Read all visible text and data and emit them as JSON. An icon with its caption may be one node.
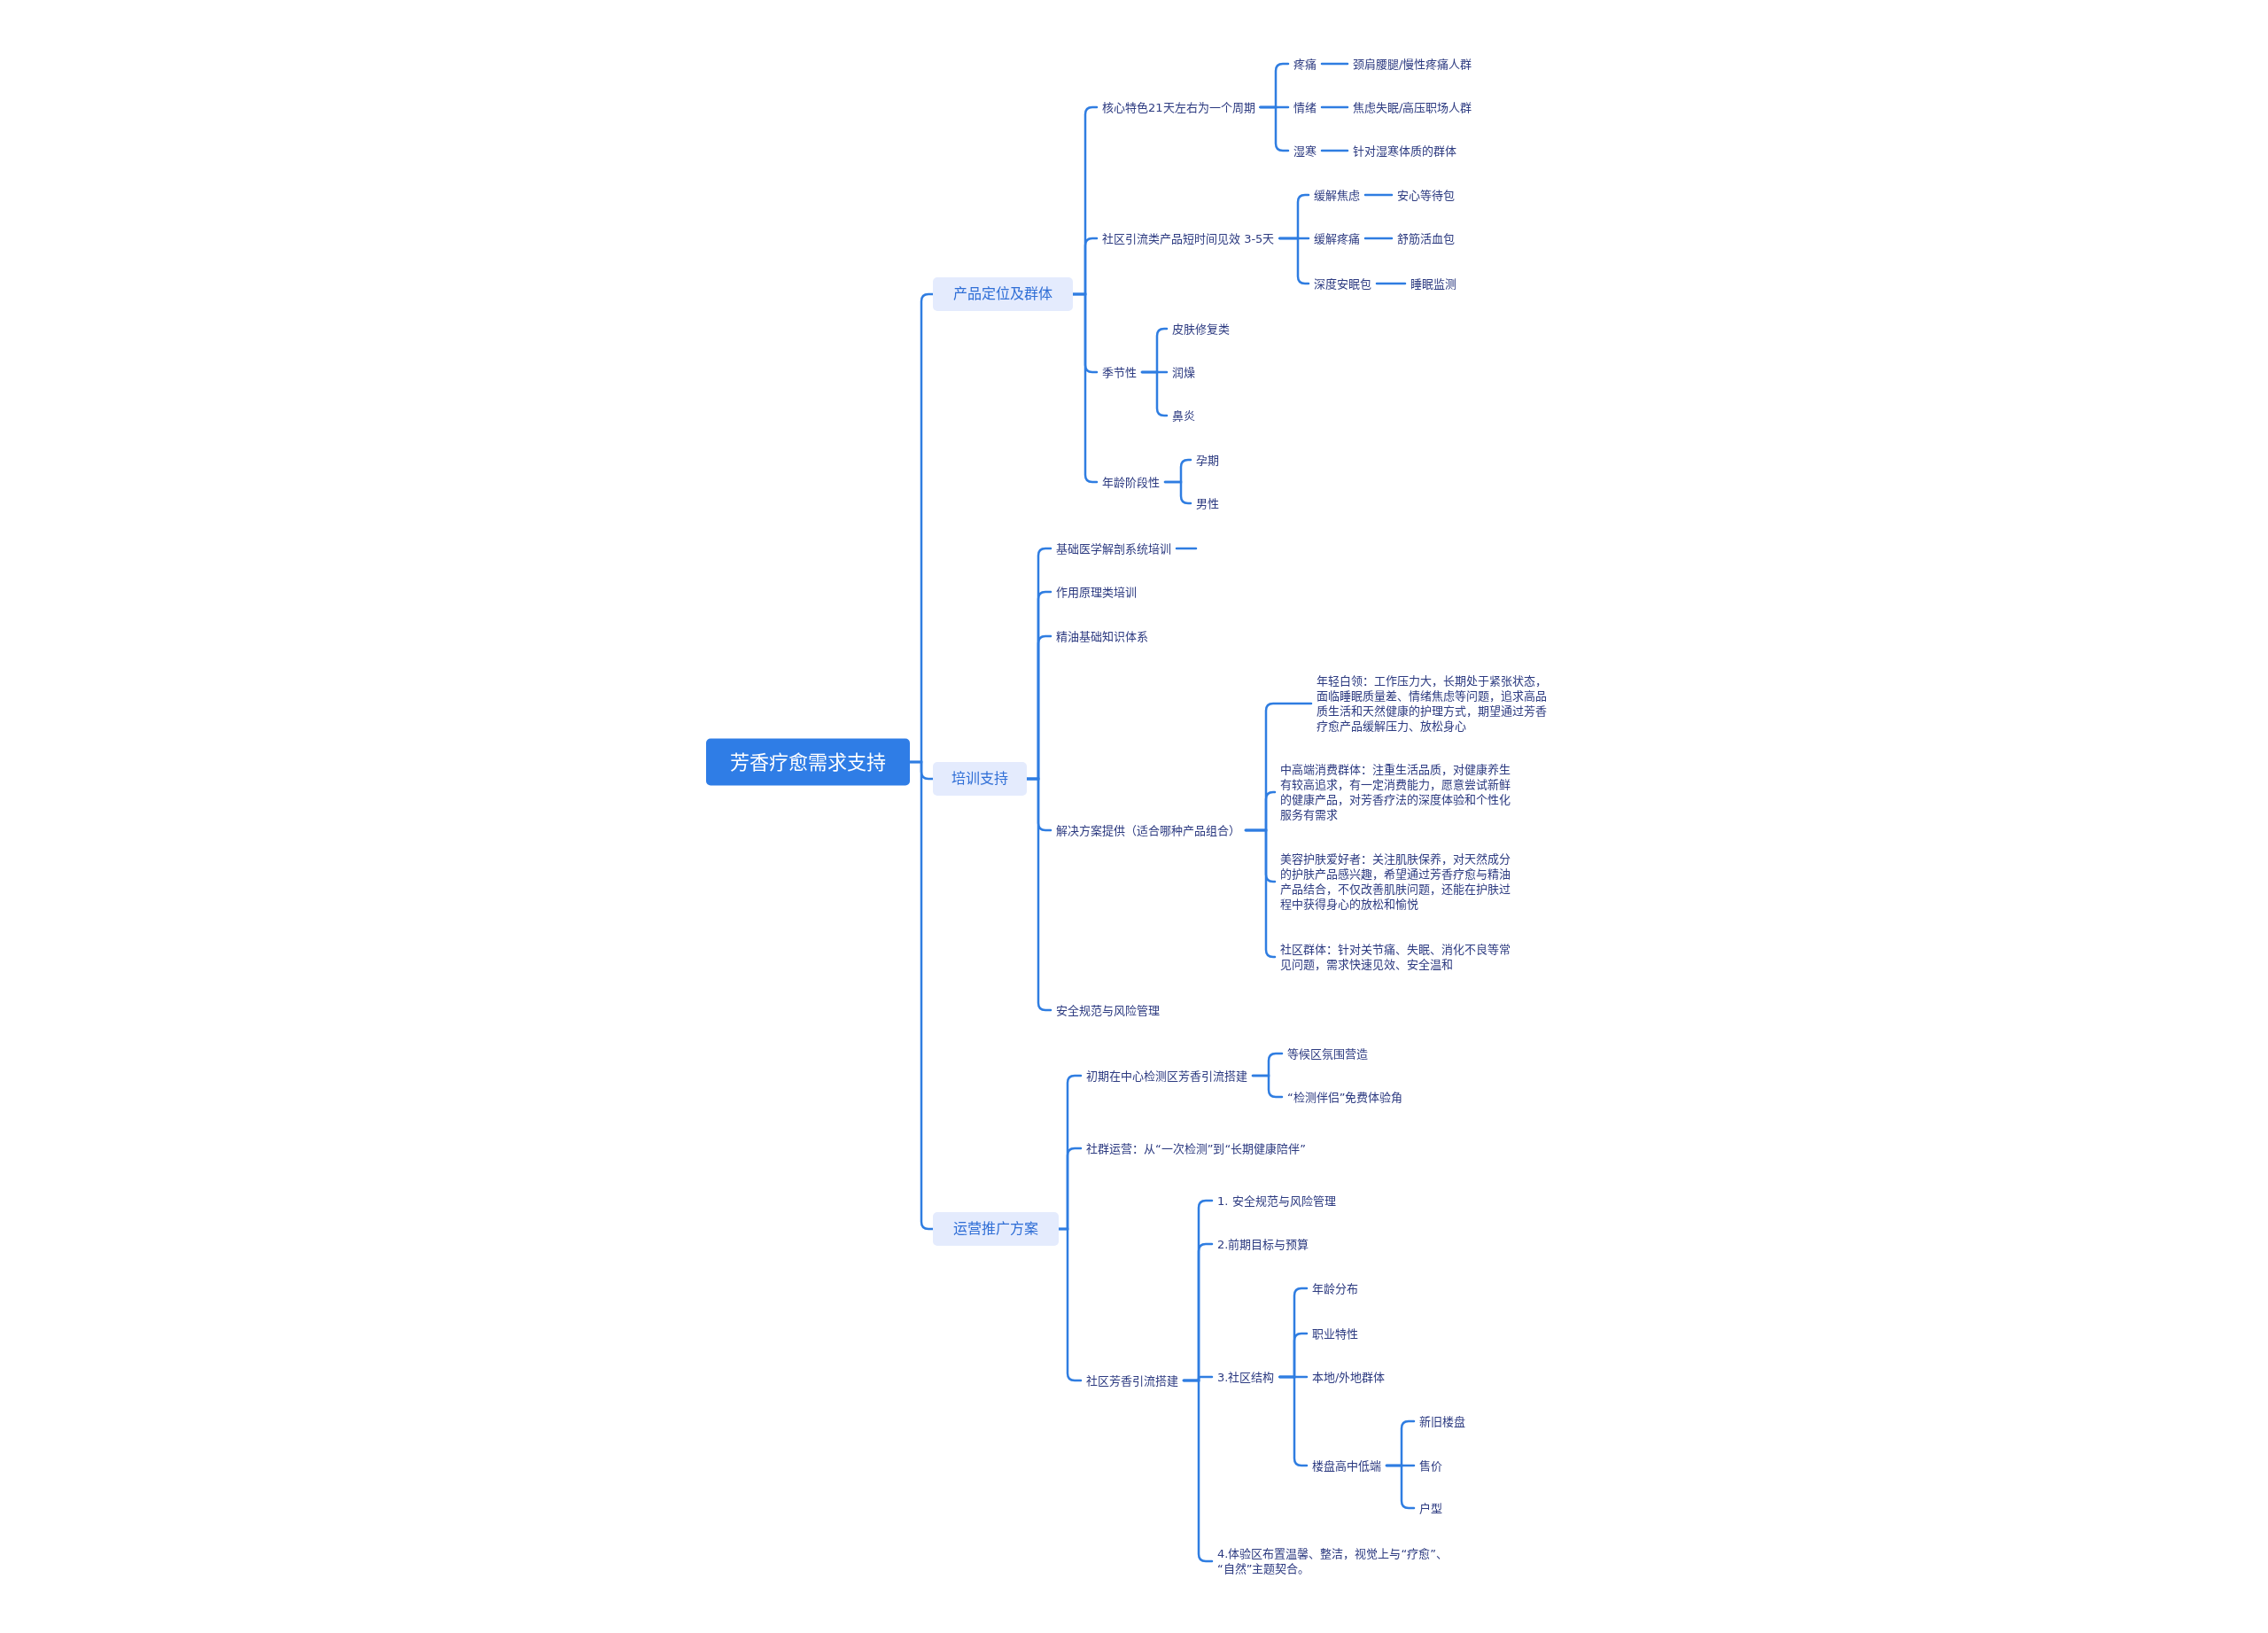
{
  "diagram": {
    "nodes": [
      {
        "text": [
          "芳香疗愈需求支持"
        ]
      },
      {
        "text": [
          "产品定位及群体"
        ]
      },
      {
        "text": [
          "核心特色21天左右为一个周期"
        ]
      },
      {
        "text": [
          "疼痛"
        ]
      },
      {
        "text": [
          "颈肩腰腿/慢性疼痛人群"
        ]
      },
      {
        "text": [
          "情绪"
        ]
      },
      {
        "text": [
          "焦虑失眠/高压职场人群"
        ]
      },
      {
        "text": [
          "湿寒"
        ]
      },
      {
        "text": [
          "针对湿寒体质的群体"
        ]
      },
      {
        "text": [
          "社区引流类产品短时间见效 3-5天"
        ]
      },
      {
        "text": [
          "缓解焦虑"
        ]
      },
      {
        "text": [
          "安心等待包"
        ]
      },
      {
        "text": [
          "缓解疼痛"
        ]
      },
      {
        "text": [
          "舒筋活血包"
        ]
      },
      {
        "text": [
          "深度安眠包"
        ]
      },
      {
        "text": [
          "睡眠监测"
        ]
      },
      {
        "text": [
          "季节性"
        ]
      },
      {
        "text": [
          "皮肤修复类"
        ]
      },
      {
        "text": [
          "润燥"
        ]
      },
      {
        "text": [
          "鼻炎"
        ]
      },
      {
        "text": [
          "年龄阶段性"
        ]
      },
      {
        "text": [
          "孕期"
        ]
      },
      {
        "text": [
          "男性"
        ]
      },
      {
        "text": [
          "培训支持"
        ]
      },
      {
        "text": [
          "基础医学解剖系统培训"
        ]
      },
      {
        "text": [
          "作用原理类培训"
        ]
      },
      {
        "text": [
          "精油基础知识体系"
        ]
      },
      {
        "text": [
          "解决方案提供（适合哪种产品组合）"
        ]
      },
      {
        "text": [
          "年轻白领：工作压力大，长期处于紧张状态，面临睡眠质量差、情绪焦虑等问题，追求高品质生活和天然健康的护理方式，期望通过芳香疗愈产品缓解压力、放松身心"
        ]
      },
      {
        "text": [
          "中高端消费群体：注重生活品质，对健康养生有较高追求，有一定消费能力，愿意尝试新鲜的健康产品，对芳香疗法的深度体验和个性化服务有需求"
        ]
      },
      {
        "text": [
          "美容护肤爱好者：关注肌肤保养，对天然成分的护肤产品感兴趣，希望通过芳香疗愈与精油产品结合，不仅改善肌肤问题，还能在护肤过程中获得身心的放松和愉悦"
        ]
      },
      {
        "text": [
          "社区群体：针对关节痛、失眠、消化不良等常见问题，需求快速见效、安全温和"
        ]
      },
      {
        "text": [
          "安全规范与风险管理"
        ]
      },
      {
        "text": [
          "运营推广方案"
        ]
      },
      {
        "text": [
          "初期在中心检测区芳香引流搭建"
        ]
      },
      {
        "text": [
          "等候区氛围营造"
        ]
      },
      {
        "text": [
          "“检测伴侣”免费体验角"
        ]
      },
      {
        "text": [
          "社群运营：从“一次检测”到“长期健康陪伴”"
        ]
      },
      {
        "text": [
          "社区芳香引流搭建"
        ]
      },
      {
        "text": [
          "1. 安全规范与风险管理"
        ]
      },
      {
        "text": [
          "2.前期目标与预算"
        ]
      },
      {
        "text": [
          "3.社区结构"
        ]
      },
      {
        "text": [
          "年龄分布"
        ]
      },
      {
        "text": [
          "职业特性"
        ]
      },
      {
        "text": [
          "本地/外地群体"
        ]
      },
      {
        "text": [
          "楼盘高中低端"
        ]
      },
      {
        "text": [
          "新旧楼盘"
        ]
      },
      {
        "text": [
          "售价"
        ]
      },
      {
        "text": [
          "户型"
        ]
      },
      {
        "text": [
          "4.体验区布置温馨、整洁，视觉上与“疗愈”、“自然”主题契合。"
        ]
      }
    ],
    "edges": [
      {
        "from": 0,
        "to": 1,
        "arrow": "none"
      },
      {
        "from": 0,
        "to": 23,
        "arrow": "none"
      },
      {
        "from": 0,
        "to": 33,
        "arrow": "none"
      },
      {
        "from": 1,
        "to": 2,
        "arrow": "none"
      },
      {
        "from": 1,
        "to": 9,
        "arrow": "none"
      },
      {
        "from": 1,
        "to": 16,
        "arrow": "none"
      },
      {
        "from": 1,
        "to": 20,
        "arrow": "none"
      },
      {
        "from": 2,
        "to": 3,
        "arrow": "none"
      },
      {
        "from": 2,
        "to": 5,
        "arrow": "none"
      },
      {
        "from": 2,
        "to": 7,
        "arrow": "none"
      },
      {
        "from": 3,
        "to": 4,
        "arrow": "none"
      },
      {
        "from": 5,
        "to": 6,
        "arrow": "none"
      },
      {
        "from": 7,
        "to": 8,
        "arrow": "none"
      },
      {
        "from": 9,
        "to": 10,
        "arrow": "none"
      },
      {
        "from": 9,
        "to": 12,
        "arrow": "none"
      },
      {
        "from": 9,
        "to": 14,
        "arrow": "none"
      },
      {
        "from": 10,
        "to": 11,
        "arrow": "none"
      },
      {
        "from": 12,
        "to": 13,
        "arrow": "none"
      },
      {
        "from": 14,
        "to": 15,
        "arrow": "none"
      },
      {
        "from": 16,
        "to": 17,
        "arrow": "none"
      },
      {
        "from": 16,
        "to": 18,
        "arrow": "none"
      },
      {
        "from": 16,
        "to": 19,
        "arrow": "none"
      },
      {
        "from": 20,
        "to": 21,
        "arrow": "none"
      },
      {
        "from": 20,
        "to": 22,
        "arrow": "none"
      },
      {
        "from": 23,
        "to": 24,
        "arrow": "none"
      },
      {
        "from": 23,
        "to": 25,
        "arrow": "none"
      },
      {
        "from": 23,
        "to": 26,
        "arrow": "none"
      },
      {
        "from": 23,
        "to": 27,
        "arrow": "none"
      },
      {
        "from": 23,
        "to": 32,
        "arrow": "none"
      },
      {
        "from": 24,
        "to": null,
        "arrow": "none"
      },
      {
        "from": 27,
        "to": 28,
        "arrow": "none"
      },
      {
        "from": 27,
        "to": 29,
        "arrow": "none"
      },
      {
        "from": 27,
        "to": 30,
        "arrow": "none"
      },
      {
        "from": 27,
        "to": 31,
        "arrow": "none"
      },
      {
        "from": 33,
        "to": 34,
        "arrow": "none"
      },
      {
        "from": 33,
        "to": 37,
        "arrow": "none"
      },
      {
        "from": 33,
        "to": 38,
        "arrow": "none"
      },
      {
        "from": 34,
        "to": 35,
        "arrow": "none"
      },
      {
        "from": 34,
        "to": 36,
        "arrow": "none"
      },
      {
        "from": 38,
        "to": 39,
        "arrow": "none"
      },
      {
        "from": 38,
        "to": 40,
        "arrow": "none"
      },
      {
        "from": 38,
        "to": 41,
        "arrow": "none"
      },
      {
        "from": 38,
        "to": 49,
        "arrow": "none"
      },
      {
        "from": 41,
        "to": 42,
        "arrow": "none"
      },
      {
        "from": 41,
        "to": 43,
        "arrow": "none"
      },
      {
        "from": 41,
        "to": 44,
        "arrow": "none"
      },
      {
        "from": 41,
        "to": 45,
        "arrow": "none"
      },
      {
        "from": 45,
        "to": 46,
        "arrow": "none"
      },
      {
        "from": 45,
        "to": 47,
        "arrow": "none"
      },
      {
        "from": 45,
        "to": 48,
        "arrow": "none"
      }
    ]
  }
}
